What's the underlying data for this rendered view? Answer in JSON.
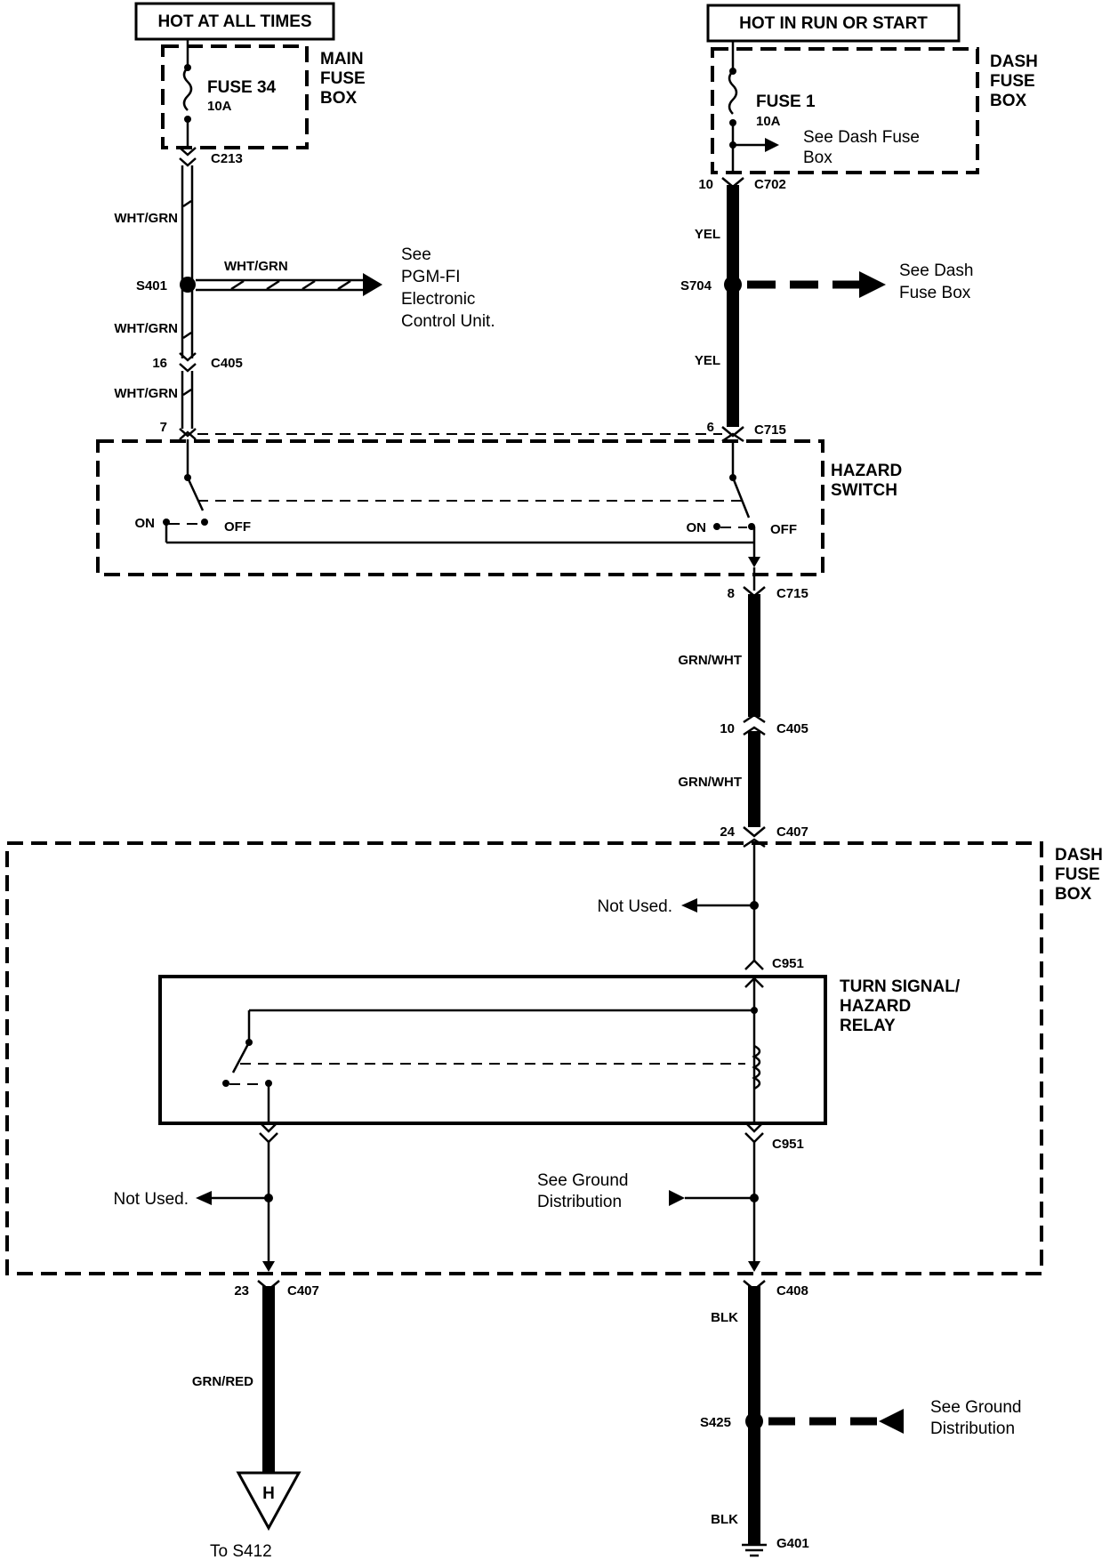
{
  "power": {
    "hot_at_all_times": "HOT AT ALL TIMES",
    "hot_in_run": "HOT IN RUN OR START"
  },
  "main_fuse_box": {
    "label": "MAIN FUSE BOX",
    "fuse": "FUSE 34",
    "rating": "10A",
    "connector": "C213"
  },
  "dash_fuse_box_top": {
    "label": "DASH FUSE BOX",
    "fuse": "FUSE 1",
    "rating": "10A",
    "see_note": "See Dash Fuse Box",
    "pin": "10",
    "connector": "C702"
  },
  "left_circuit": {
    "wire_1": "WHT/GRN",
    "splice": "S401",
    "branch_wire": "WHT/GRN",
    "see_note": "See PGM-FI Electronic Control Unit.",
    "wire_2": "WHT/GRN",
    "pin_c405": "16",
    "c405": "C405",
    "wire_3": "WHT/GRN",
    "pin_7": "7"
  },
  "right_circuit": {
    "wire_1": "YEL",
    "splice": "S704",
    "see_note": "See Dash Fuse Box",
    "wire_2": "YEL",
    "pin_6": "6",
    "c715": "C715"
  },
  "hazard_switch": {
    "label": "HAZARD SWITCH",
    "on_left": "ON",
    "off_left": "OFF",
    "on_right": "ON",
    "off_right": "OFF"
  },
  "lower_chain": {
    "pin_8": "8",
    "c715": "C715",
    "wire_1": "GRN/WHT",
    "pin_10": "10",
    "c405": "C405",
    "wire_2": "GRN/WHT",
    "pin_24": "24",
    "c407": "C407"
  },
  "dash_fuse_box_bottom": {
    "label": "DASH FUSE BOX",
    "not_used_top": "Not Used.",
    "c951_top": "C951",
    "relay_label": "TURN SIGNAL/ HAZARD RELAY",
    "c951_bottom": "C951",
    "not_used_left": "Not Used.",
    "see_ground": "See Ground Distribution"
  },
  "output_left": {
    "pin_23": "23",
    "c407": "C407",
    "wire": "GRN/RED",
    "terminal": "H",
    "to": "To S412"
  },
  "output_right": {
    "c408": "C408",
    "wire_1": "BLK",
    "splice": "S425",
    "see_ground": "See Ground Distribution",
    "wire_2": "BLK",
    "ground": "G401"
  }
}
